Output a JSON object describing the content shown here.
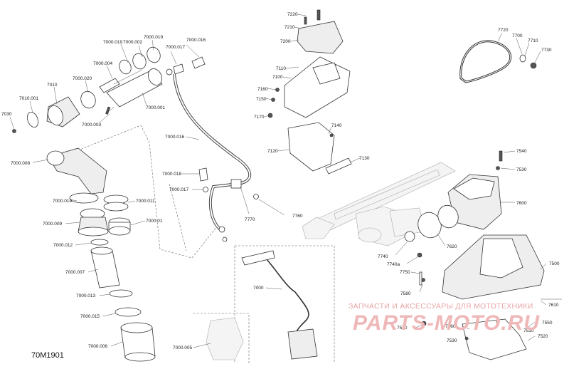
{
  "diagram_code": "70M1901",
  "watermark": {
    "line1": "ЗАПЧАСТИ И АКСЕССУАРЫ ДЛЯ МОТОТЕХНИКИ",
    "logo": "PARTS-MOTO.RU"
  },
  "callouts": {
    "c7000_019_a": "7000.019",
    "c7000_002": "7000.002",
    "c7000_019_b": "7000.019",
    "c7000_016_top": "7000.016",
    "c7000_017_top": "7000.017",
    "c7000_004": "7000.004",
    "c7000_020": "7000.020",
    "c7000_001": "7000.001",
    "c7010": "7010",
    "c7010_001": "7010.001",
    "c7030": "7030",
    "c7000_003": "7000.003",
    "c7000_016_mid": "7000.016",
    "c7000_008": "7000.008",
    "c7000_018": "7000.018",
    "c7000_017_mid": "7000.017",
    "c7000_014": "7000.014",
    "c7000_011": "7000.011",
    "c7000_009": "7000.009",
    "c7000_01": "7000.01",
    "c7000_012": "7000.012",
    "c7000_007": "7000.007",
    "c7000_013": "7000.013",
    "c7000_015": "7000.015",
    "c7000_006": "7000.006",
    "c7000_005": "7000.005",
    "c7000": "7000",
    "c7770": "7770",
    "c7760": "7760",
    "c7220": "7220",
    "c7210": "7210",
    "c7200": "7200",
    "c7110": "7110",
    "c7100": "7100",
    "c7160": "7160",
    "c7150": "7150",
    "c7170": "7170",
    "c7140": "7140",
    "c7120": "7120",
    "c7130": "7130",
    "c7720": "7720",
    "c7700": "7700",
    "c7710": "7710",
    "c7730": "7730",
    "c7540": "7540",
    "c7530": "7530",
    "c7600": "7600",
    "c7620": "7620",
    "c7740": "7740",
    "c7740a": "7740a",
    "c7750": "7750",
    "c7500": "7500",
    "c7580": "7580",
    "c7610": "7610",
    "c7570": "7570",
    "c7560": "7560",
    "c7550": "7550",
    "c7510": "7510",
    "c7520": "7520",
    "c7530_b": "7530"
  }
}
